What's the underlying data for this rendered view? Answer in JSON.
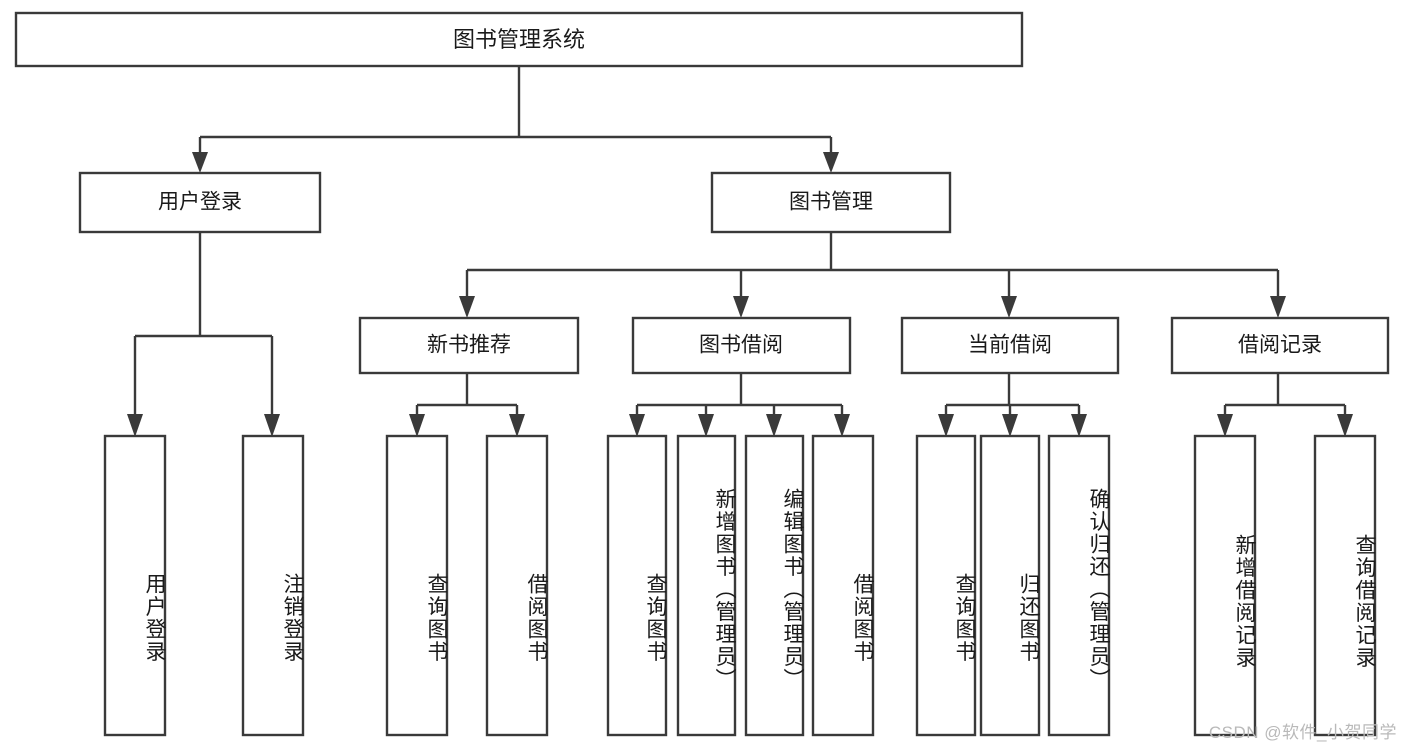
{
  "diagram": {
    "title": "图书管理系统",
    "type": "tree-hierarchy",
    "root": {
      "label": "图书管理系统"
    },
    "level1": [
      {
        "label": "用户登录"
      },
      {
        "label": "图书管理"
      }
    ],
    "level2": [
      {
        "label": "新书推荐",
        "parent": "图书管理"
      },
      {
        "label": "图书借阅",
        "parent": "图书管理"
      },
      {
        "label": "当前借阅",
        "parent": "图书管理"
      },
      {
        "label": "借阅记录",
        "parent": "图书管理"
      }
    ],
    "leaves": {
      "user_login": [
        {
          "label": "用户登录"
        },
        {
          "label": "注销登录"
        }
      ],
      "new_book_recommend": [
        {
          "label": "查询图书"
        },
        {
          "label": "借阅图书"
        }
      ],
      "book_borrow": [
        {
          "label": "查询图书"
        },
        {
          "label": "新增图书（管理员）"
        },
        {
          "label": "编辑图书（管理员）"
        },
        {
          "label": "借阅图书"
        }
      ],
      "current_borrow": [
        {
          "label": "查询图书"
        },
        {
          "label": "归还图书"
        },
        {
          "label": "确认归还（管理员）"
        }
      ],
      "borrow_record": [
        {
          "label": "新增借阅记录"
        },
        {
          "label": "查询借阅记录"
        }
      ]
    }
  },
  "watermark": {
    "text": "CSDN @软件_小贺同学"
  },
  "colors": {
    "stroke": "#3a3a3a",
    "fill": "#ffffff",
    "text": "#1a1a1a",
    "watermark": "#b9b9b9"
  }
}
